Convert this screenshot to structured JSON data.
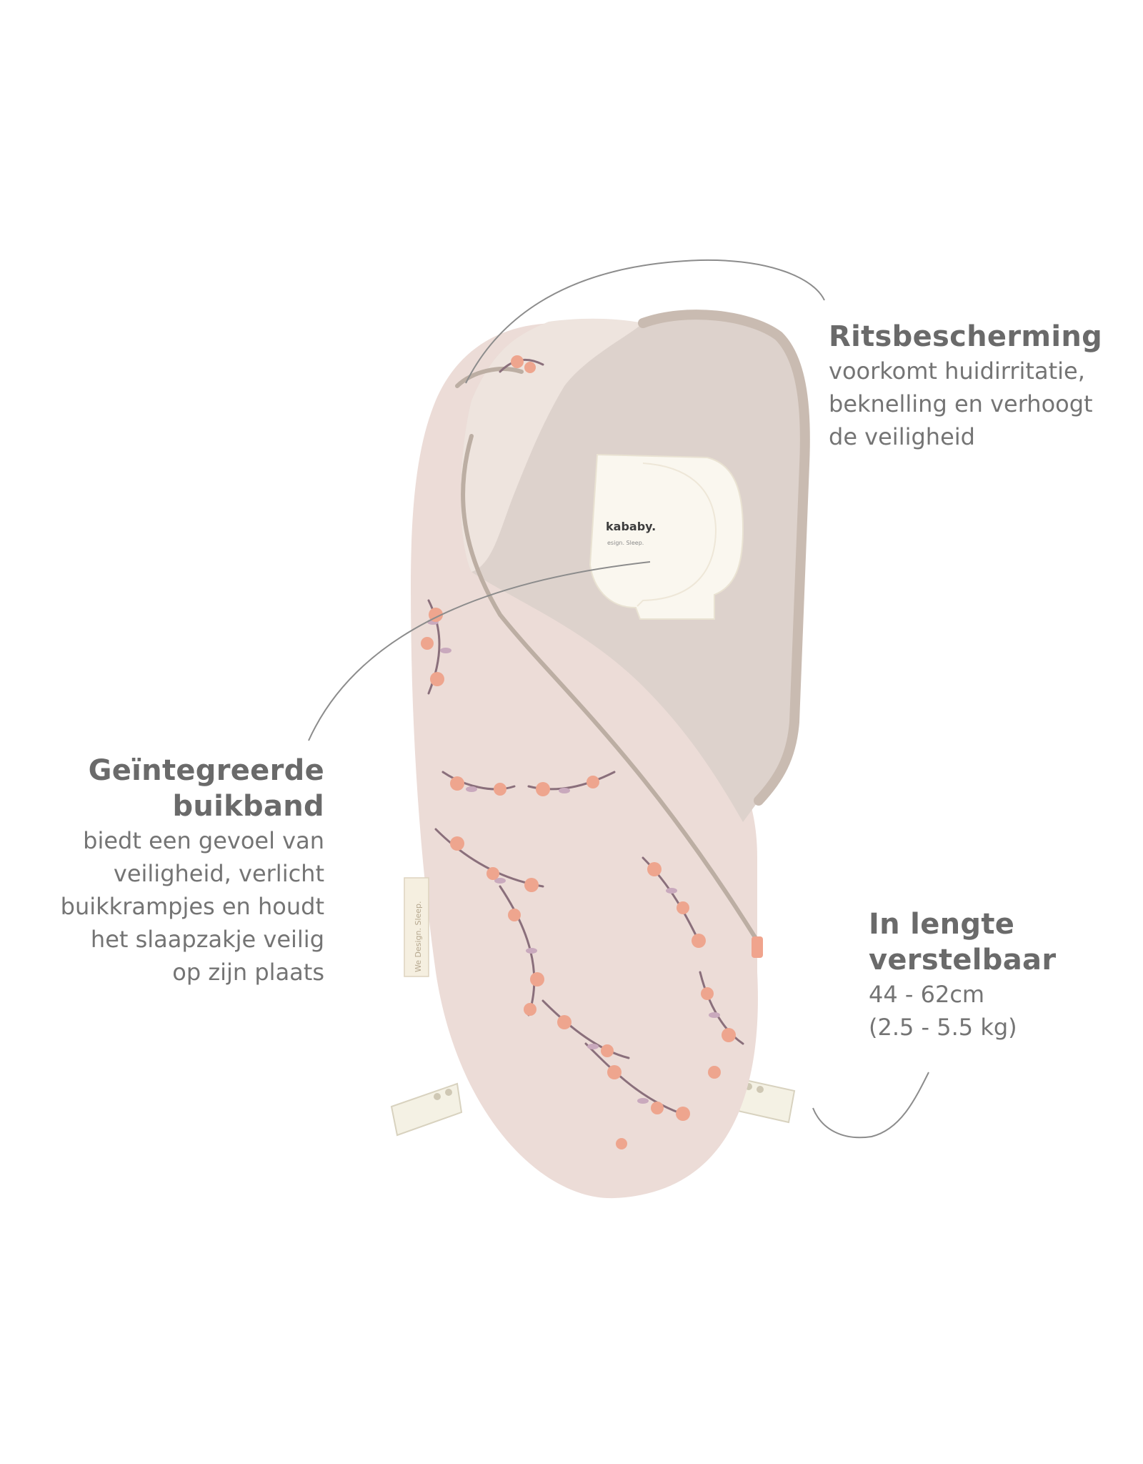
{
  "callouts": {
    "zip_protection": {
      "title": "Ritsbescherming",
      "lines": [
        "voorkomt huidirritatie,",
        "beknelling en verhoogt",
        "de veiligheid"
      ]
    },
    "belly_band": {
      "title_lines": [
        "Geïntegreerde",
        "buikband"
      ],
      "lines": [
        "biedt een gevoel van",
        "veiligheid, verlicht",
        "buikkrampjes en houdt",
        "het slaapzakje veilig",
        "op zijn plaats"
      ]
    },
    "length": {
      "title_lines": [
        "In lengte",
        "verstelbaar"
      ],
      "lines": [
        "44 - 62cm",
        "(2.5 - 5.5 kg)"
      ]
    }
  },
  "product": {
    "name": "swaddle sleeping bag",
    "inner_label_brand": "kababy.",
    "inner_label_tagline": "esign. Sleep.",
    "side_tag_text": "We Design. Sleep.",
    "colors": {
      "outer_fabric": "#ecdcd7",
      "inner_fabric": "#ddd2cc",
      "zipper": "#bcaea3",
      "blossom": "#eea58e",
      "branch": "#8a6f7b",
      "leaf": "#c9a9bd",
      "label": "#faf7ef",
      "leader_line": "#8c8c8c"
    }
  }
}
